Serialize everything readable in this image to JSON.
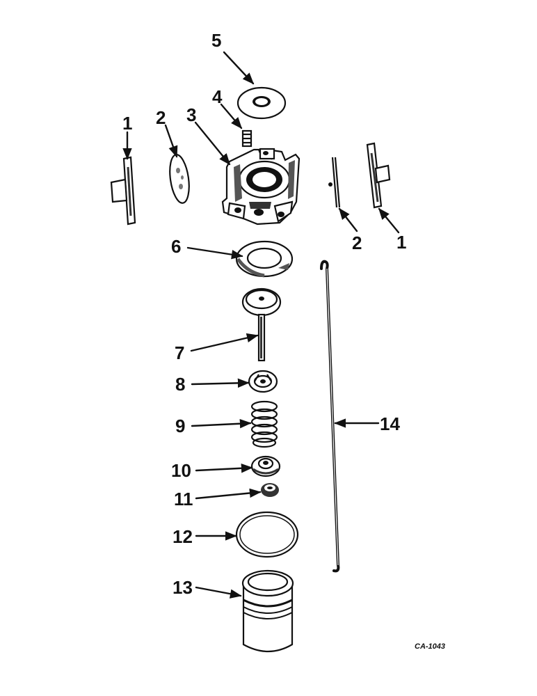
{
  "callouts": {
    "c1_left": "1",
    "c2_left": "2",
    "c3": "3",
    "c4": "4",
    "c5": "5",
    "c2_right": "2",
    "c1_right": "1",
    "c6": "6",
    "c7": "7",
    "c8": "8",
    "c9": "9",
    "c10": "10",
    "c11": "11",
    "c12": "12",
    "c13": "13",
    "c14": "14"
  },
  "figure_code": "CA-1043"
}
